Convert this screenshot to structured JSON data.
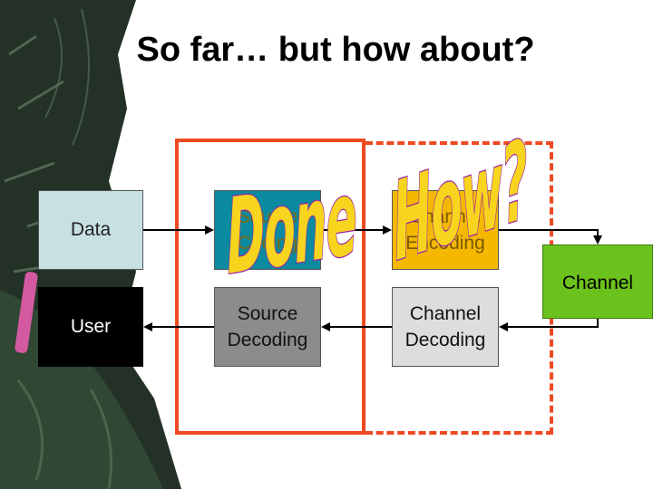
{
  "title": "So far… but how about?",
  "blocks": {
    "data": "Data",
    "user": "User",
    "source_encoding": "Source\nCoding",
    "source_decoding": "Source\nDecoding",
    "channel_encoding": "Channel\nEncoding",
    "channel_decoding": "Channel\nDecoding",
    "channel": "Channel"
  },
  "stickers": {
    "done": "Done",
    "how": "How?"
  },
  "colors": {
    "frame": "#ee4a22",
    "data_box": "#c7e1e3",
    "source_encoding_box": "#0b8aa0",
    "source_decoding_box": "#8c8c8c",
    "channel_encoding_box": "#f5b800",
    "channel_decoding_box": "#dddddd",
    "channel_box": "#6cc21c",
    "sticker_fill": "#f7d51e",
    "sticker_outline": "#9b1fa6"
  }
}
